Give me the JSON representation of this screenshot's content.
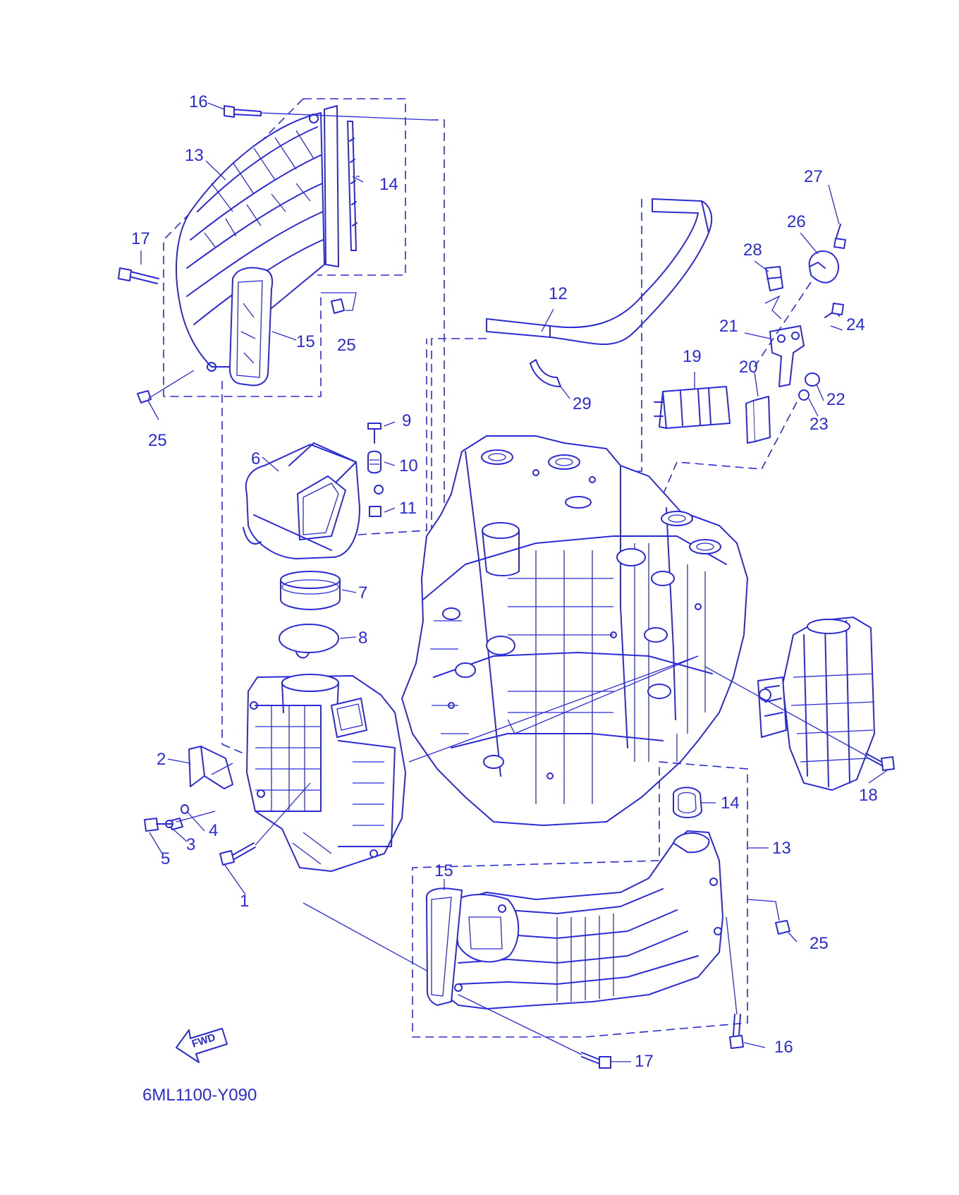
{
  "diagram": {
    "code": "6ML1100-Y090",
    "fwd_label": "FWD",
    "line_color": "#2b2bd6",
    "callouts": [
      {
        "id": "c16a",
        "text": "16"
      },
      {
        "id": "c13a",
        "text": "13"
      },
      {
        "id": "c14a",
        "text": "14"
      },
      {
        "id": "c17a",
        "text": "17"
      },
      {
        "id": "c15a",
        "text": "15"
      },
      {
        "id": "c25a",
        "text": "25"
      },
      {
        "id": "c25b",
        "text": "25"
      },
      {
        "id": "c12",
        "text": "12"
      },
      {
        "id": "c27",
        "text": "27"
      },
      {
        "id": "c26",
        "text": "26"
      },
      {
        "id": "c28",
        "text": "28"
      },
      {
        "id": "c24",
        "text": "24"
      },
      {
        "id": "c21",
        "text": "21"
      },
      {
        "id": "c19",
        "text": "19"
      },
      {
        "id": "c20",
        "text": "20"
      },
      {
        "id": "c22",
        "text": "22"
      },
      {
        "id": "c23",
        "text": "23"
      },
      {
        "id": "c29",
        "text": "29"
      },
      {
        "id": "c9",
        "text": "9"
      },
      {
        "id": "c10",
        "text": "10"
      },
      {
        "id": "c6",
        "text": "6"
      },
      {
        "id": "c11",
        "text": "11"
      },
      {
        "id": "c7",
        "text": "7"
      },
      {
        "id": "c8",
        "text": "8"
      },
      {
        "id": "c2",
        "text": "2"
      },
      {
        "id": "c4",
        "text": "4"
      },
      {
        "id": "c3",
        "text": "3"
      },
      {
        "id": "c5",
        "text": "5"
      },
      {
        "id": "c1",
        "text": "1"
      },
      {
        "id": "c18",
        "text": "18"
      },
      {
        "id": "c14b",
        "text": "14"
      },
      {
        "id": "c13b",
        "text": "13"
      },
      {
        "id": "c15b",
        "text": "15"
      },
      {
        "id": "c25c",
        "text": "25"
      },
      {
        "id": "c16b",
        "text": "16"
      },
      {
        "id": "c17b",
        "text": "17"
      }
    ]
  }
}
